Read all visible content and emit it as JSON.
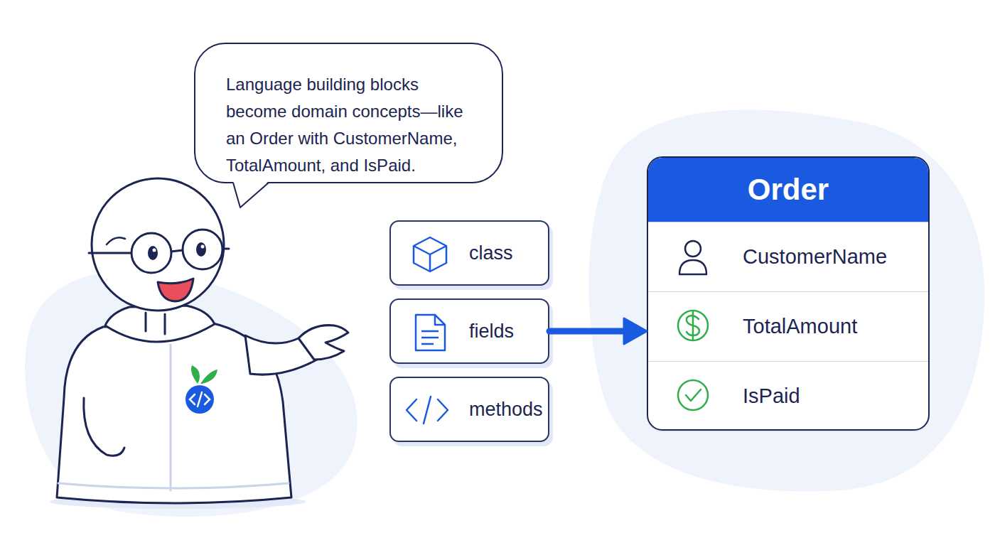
{
  "diagram": {
    "nodes": [
      {
        "text": [
          "Language building blocks become domain concepts—like an Order with CustomerName, TotalAmount, and IsPaid."
        ]
      },
      {
        "text": [
          "class"
        ]
      },
      {
        "text": [
          "fields"
        ]
      },
      {
        "text": [
          "methods"
        ]
      },
      {
        "text": [
          "Order"
        ]
      },
      {
        "text": [
          "CustomerName"
        ],
        "in": 4
      },
      {
        "text": [
          "TotalAmount"
        ],
        "in": 4
      },
      {
        "text": [
          "IsPaid"
        ],
        "in": 4
      }
    ],
    "edges": [
      {
        "from": 2,
        "to": 4,
        "arrow": "to"
      }
    ]
  }
}
